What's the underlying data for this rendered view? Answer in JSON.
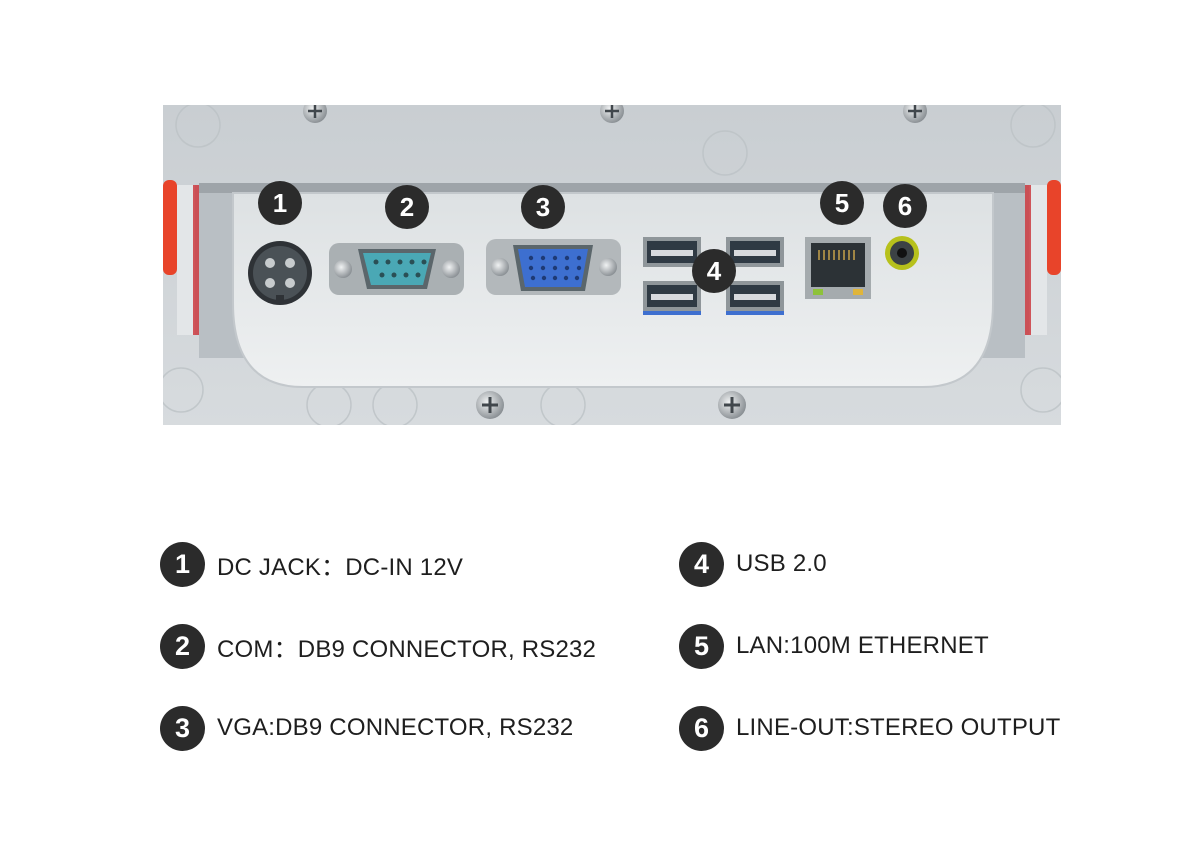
{
  "callouts": [
    "1",
    "2",
    "3",
    "4",
    "5",
    "6"
  ],
  "legend": [
    {
      "number": "1",
      "text": "DC JACK：DC-IN 12V"
    },
    {
      "number": "2",
      "text": "COM：DB9 CONNECTOR, RS232"
    },
    {
      "number": "3",
      "text": "VGA:DB9 CONNECTOR, RS232"
    },
    {
      "number": "4",
      "text": "USB 2.0"
    },
    {
      "number": "5",
      "text": "LAN:100M ETHERNET"
    },
    {
      "number": "6",
      "text": "LINE-OUT:STEREO OUTPUT"
    }
  ],
  "colors": {
    "badge": "#2b2b2b",
    "panel": "#d2d6da",
    "io_plate": "#e4e8ea",
    "accent_orange": "#e8442a",
    "db9_com": "#4aa8b5",
    "db15_vga": "#3d6fd0",
    "audio_ring": "#b7c11c"
  },
  "icons": [
    "dc-jack-icon",
    "com-port-icon",
    "vga-port-icon",
    "usb-port-icon",
    "ethernet-port-icon",
    "audio-jack-icon",
    "screw-icon"
  ]
}
